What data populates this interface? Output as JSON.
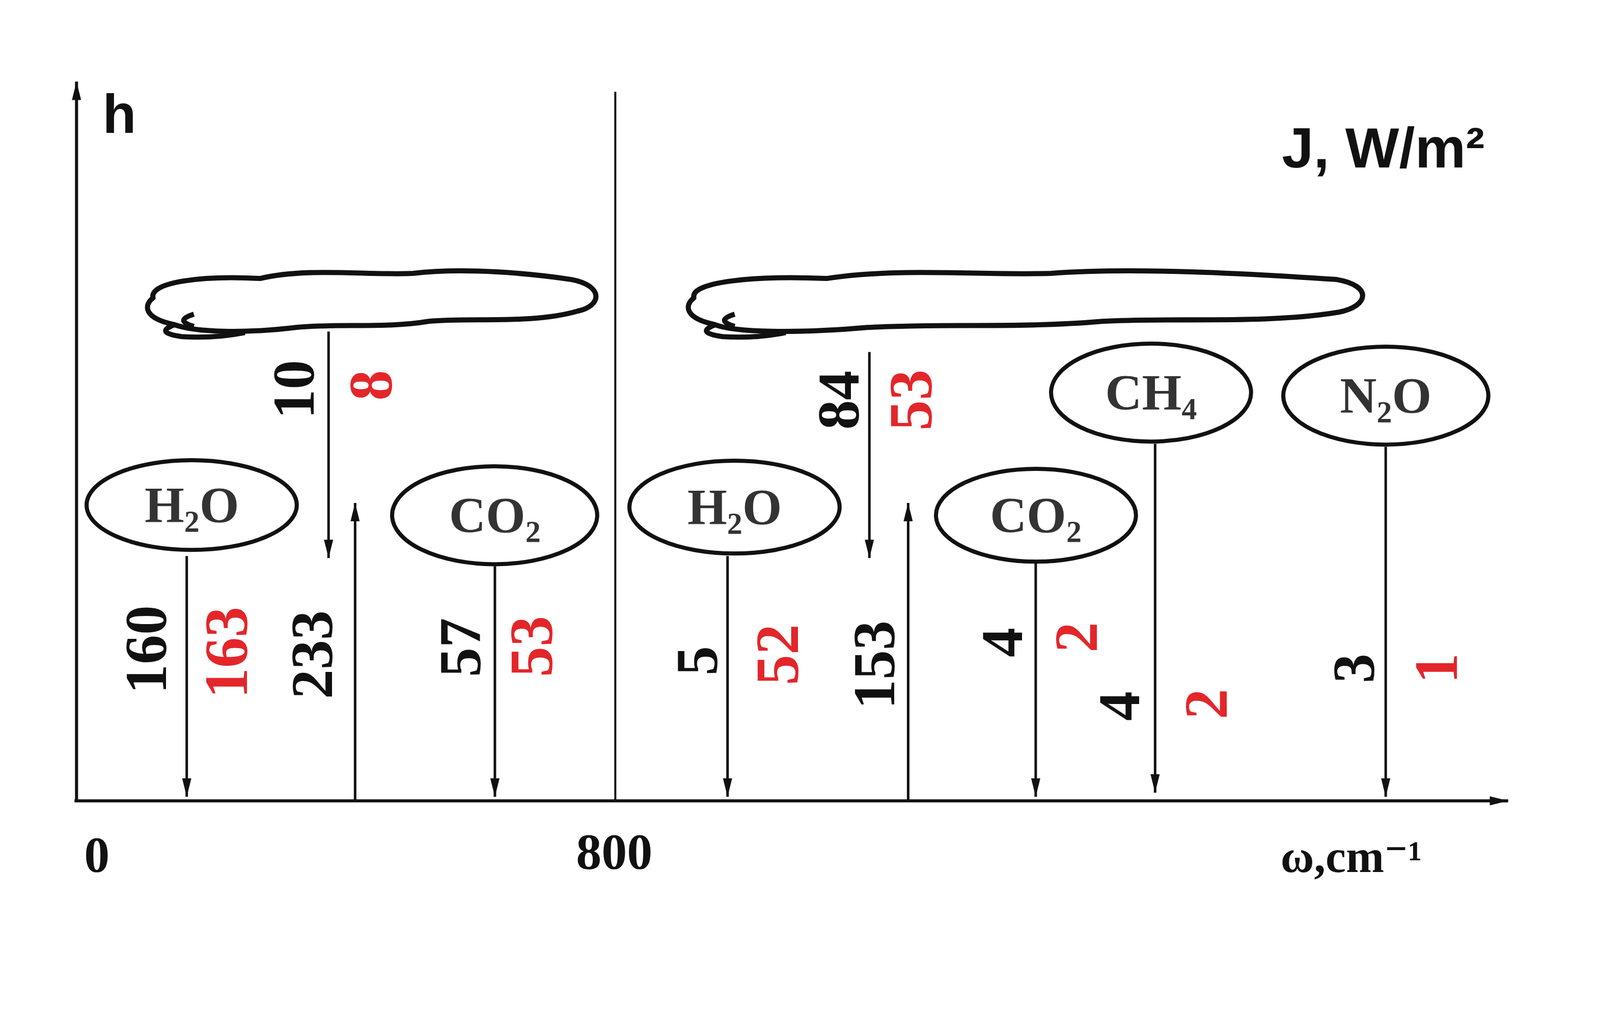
{
  "diagram": {
    "nodes": [
      {
        "text": [
          "H₂O"
        ]
      },
      {
        "text": [
          "CO₂"
        ]
      },
      {
        "text": [
          "H₂O"
        ]
      },
      {
        "text": [
          "CO₂"
        ]
      },
      {
        "text": [
          "CH₄"
        ]
      },
      {
        "text": [
          "N₂O"
        ]
      }
    ],
    "labels": [
      "h",
      "J, W/m²",
      "10",
      "8",
      "84",
      "53",
      "160",
      "163",
      "233",
      "57",
      "53",
      "5",
      "52",
      "153",
      "4",
      "2",
      "4",
      "2",
      "3",
      "1",
      "0",
      "800",
      "ω,cm⁻¹"
    ]
  }
}
